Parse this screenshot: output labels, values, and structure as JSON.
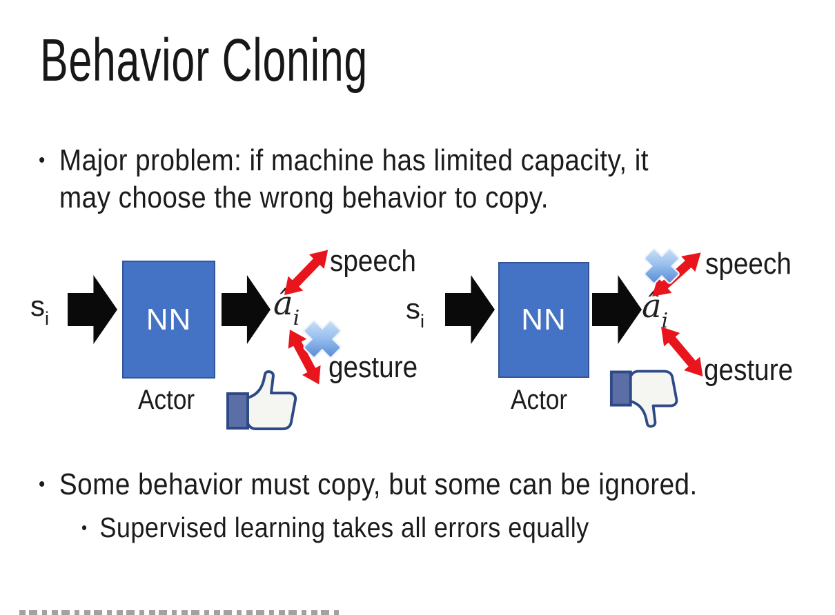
{
  "slide_title": "Behavior Cloning",
  "bullets": {
    "main1_lines": [
      "Major problem: if machine has limited capacity, it",
      "may choose the wrong behavior to copy."
    ],
    "main2": "Some behavior must copy, but some can be ignored.",
    "sub1": "Supervised learning takes all errors equally"
  },
  "diagram": {
    "input_symbol": "s",
    "input_subscript": "i",
    "nn_label": "NN",
    "actor_label": "Actor",
    "output_symbol": "â",
    "output_subscript": "i",
    "speech_label": "speech",
    "gesture_label": "gesture"
  },
  "icons": {
    "left_feedback": "thumb-up-icon",
    "right_feedback": "thumb-down-icon",
    "left_rejected_action": "cross-icon",
    "right_rejected_action": "cross-icon",
    "flow_arrows": "block-arrow-icon",
    "action_links": "double-arrow-icon"
  },
  "colors": {
    "nn_box_blue": "#4472C4",
    "flow_arrow_black": "#0A0A0A",
    "action_arrow_red": "#E8151D",
    "cross_blue": "#4A86D8",
    "thumb_outline_navy": "#2E4A86",
    "thumb_cuff_blue": "#5B6EA6",
    "text_color": "#1B1B1B"
  }
}
